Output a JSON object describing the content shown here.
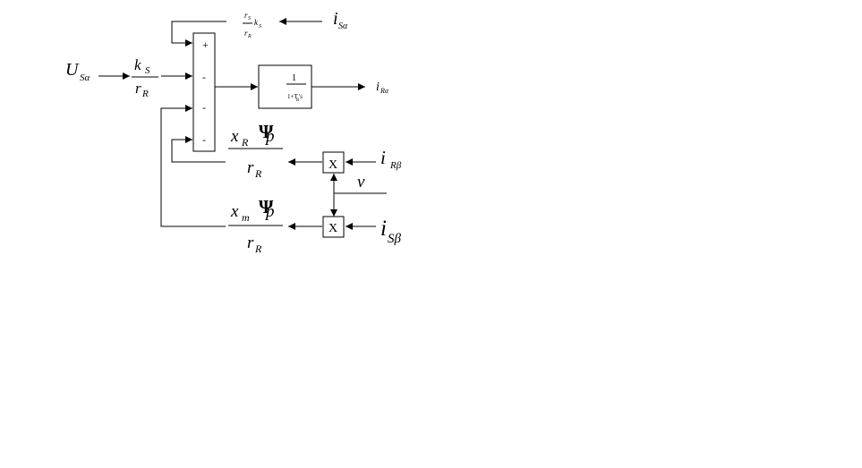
{
  "inputs": {
    "u_main": "U",
    "u_sub": "Sα",
    "i_sa_main": "i",
    "i_sa_sub": "Sα",
    "i_rb_main": "i",
    "i_rb_sub": "Rβ",
    "i_sb_main": "i",
    "i_sb_sub": "Sβ",
    "nu": "ν"
  },
  "gain_input": {
    "num_main": "k",
    "num_sub": "S",
    "den_main": "r",
    "den_sub": "R"
  },
  "gain_top": {
    "num_main": "r",
    "num_sub": "S",
    "den_main": "r",
    "den_sub": "R",
    "factor_main": "k",
    "factor_sub": "S"
  },
  "summer": {
    "signs": [
      "+",
      "-",
      "-",
      "-"
    ]
  },
  "transfer": {
    "num": "1",
    "den_pre": "1+T",
    "den_sub": "R",
    "den_post": "'s"
  },
  "output": {
    "main": "i",
    "sub": "Rα"
  },
  "gain_xr": {
    "num_main": "x",
    "num_sub": "R",
    "psi": "Ψ",
    "p": "p",
    "den_main": "r",
    "den_sub": "R"
  },
  "gain_xm": {
    "num_main": "x",
    "num_sub": "m",
    "psi": "Ψ",
    "p": "p",
    "den_main": "r",
    "den_sub": "R"
  },
  "multipliers": {
    "upper": "X",
    "lower": "X"
  }
}
